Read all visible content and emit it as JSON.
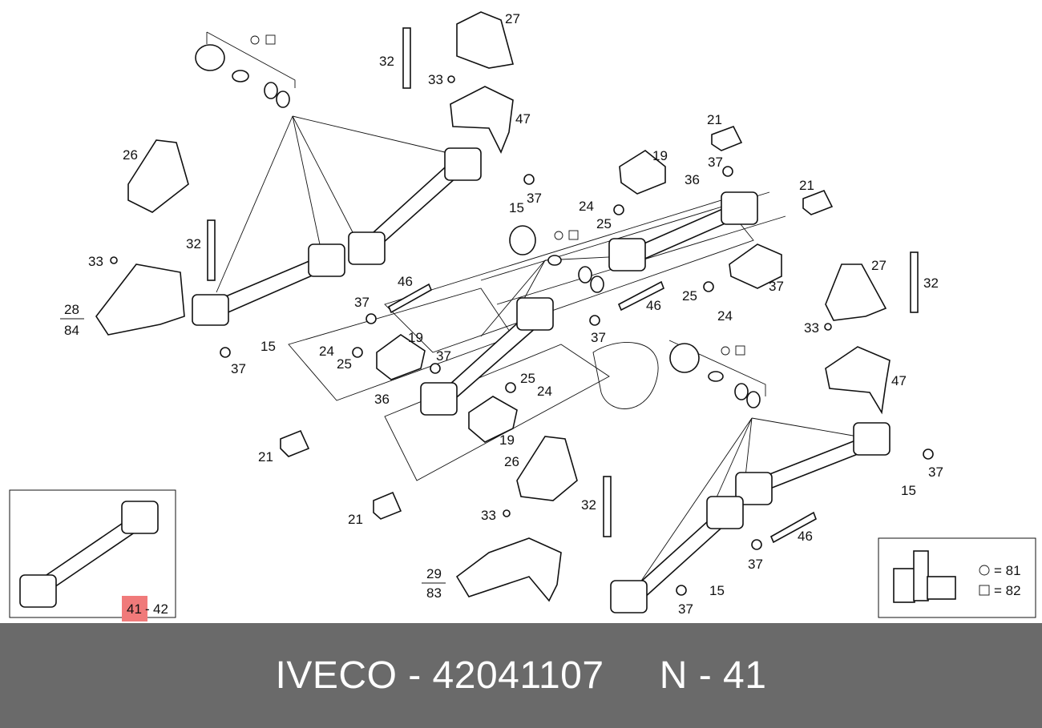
{
  "footer": {
    "text": "IVECO - 42041107     N - 41"
  },
  "callouts": [
    "32",
    "33",
    "27",
    "47",
    "26",
    "32",
    "33",
    "28",
    "84",
    "21",
    "19",
    "37",
    "36",
    "21",
    "24",
    "25",
    "15",
    "37",
    "46",
    "37",
    "24",
    "25",
    "37",
    "15",
    "37",
    "19",
    "37",
    "46",
    "25",
    "24",
    "37",
    "27",
    "32",
    "33",
    "47",
    "36",
    "21",
    "25",
    "24",
    "19",
    "26",
    "21",
    "32",
    "33",
    "15",
    "37",
    "46",
    "37",
    "15",
    "37",
    "29",
    "83"
  ],
  "inset": {
    "highlight": "41",
    "separator": "-",
    "range_end": "42"
  },
  "legend": {
    "circle_value": "= 81",
    "square_value": "= 82"
  },
  "colors": {
    "footer_bg": "#6a6a6a",
    "highlight": "#f07a7a"
  }
}
